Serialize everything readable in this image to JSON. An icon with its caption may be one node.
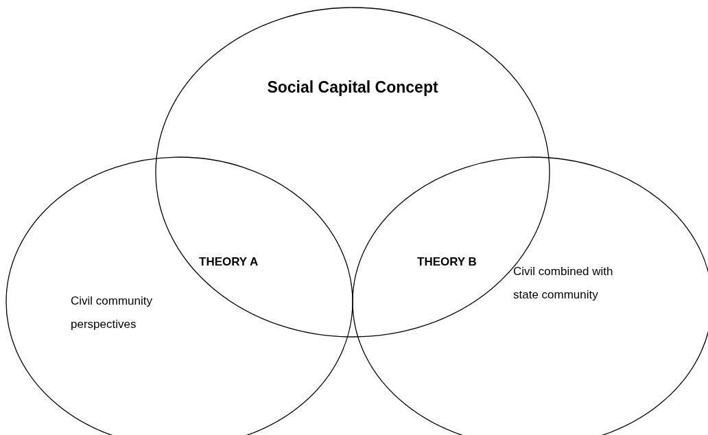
{
  "diagram": {
    "nodes": [
      {
        "text": [
          "Social Capital Concept"
        ]
      },
      {
        "text": [
          "Civil community perspectives"
        ]
      },
      {
        "text": [
          "Civil combined with state community"
        ]
      }
    ],
    "labels": [
      "THEORY A",
      "THEORY B"
    ]
  }
}
